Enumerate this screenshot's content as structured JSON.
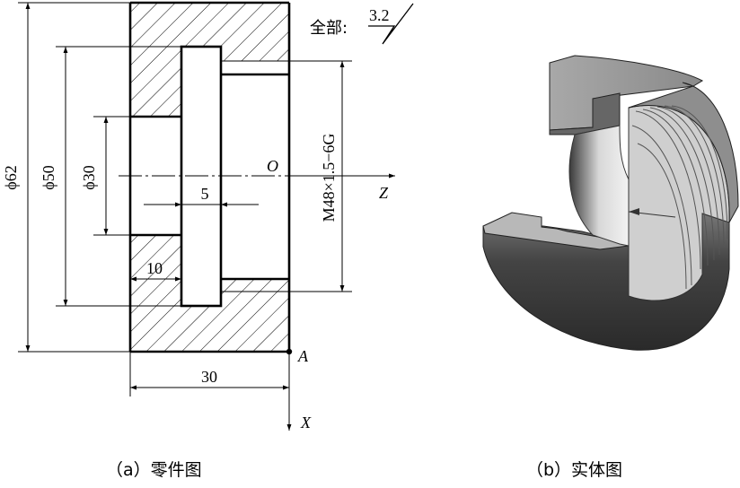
{
  "part_drawing": {
    "surface_note_label": "全部:",
    "surface_roughness": "3.2",
    "dimensions": {
      "outer_diameter": "ϕ62",
      "groove_diameter": "ϕ50",
      "bore_diameter": "ϕ30",
      "groove_width": "5",
      "bore_depth": "10",
      "length": "30",
      "thread": "M48×1.5−6G"
    },
    "axes": {
      "origin": "O",
      "z_axis": "Z",
      "x_axis": "X",
      "point_a": "A"
    },
    "caption": "（a）零件图"
  },
  "solid_view": {
    "caption": "（b）实体图"
  }
}
